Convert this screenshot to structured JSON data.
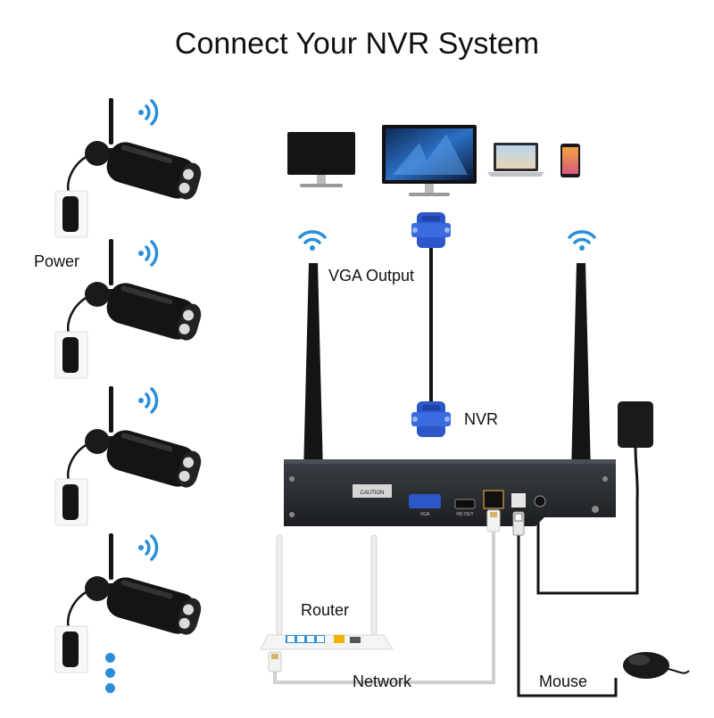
{
  "title": "Connect Your NVR System",
  "labels": {
    "power": "Power",
    "vga_output": "VGA Output",
    "nvr": "NVR",
    "router": "Router",
    "network": "Network",
    "mouse": "Mouse"
  },
  "nvr_panel": {
    "caution": "CAUTION",
    "port_vga": "VGA",
    "port_hdmi": "HD OUT"
  },
  "devices": {
    "cameras": 4,
    "displays": [
      "monitor",
      "tv",
      "laptop",
      "phone"
    ]
  },
  "icons": [
    "wifi-icon",
    "camera-icon",
    "power-adapter-icon",
    "monitor-icon",
    "tv-icon",
    "laptop-icon",
    "phone-icon",
    "vga-connector-icon",
    "antenna-icon",
    "router-icon",
    "mouse-icon",
    "ethernet-plug-icon",
    "usb-plug-icon"
  ],
  "colors": {
    "wifi": "#2a8fd8",
    "vga_connector": "#2b57c9",
    "device_black": "#141414",
    "cable_gray": "#cfcfcf",
    "nvr_body": "#2a2d31"
  }
}
